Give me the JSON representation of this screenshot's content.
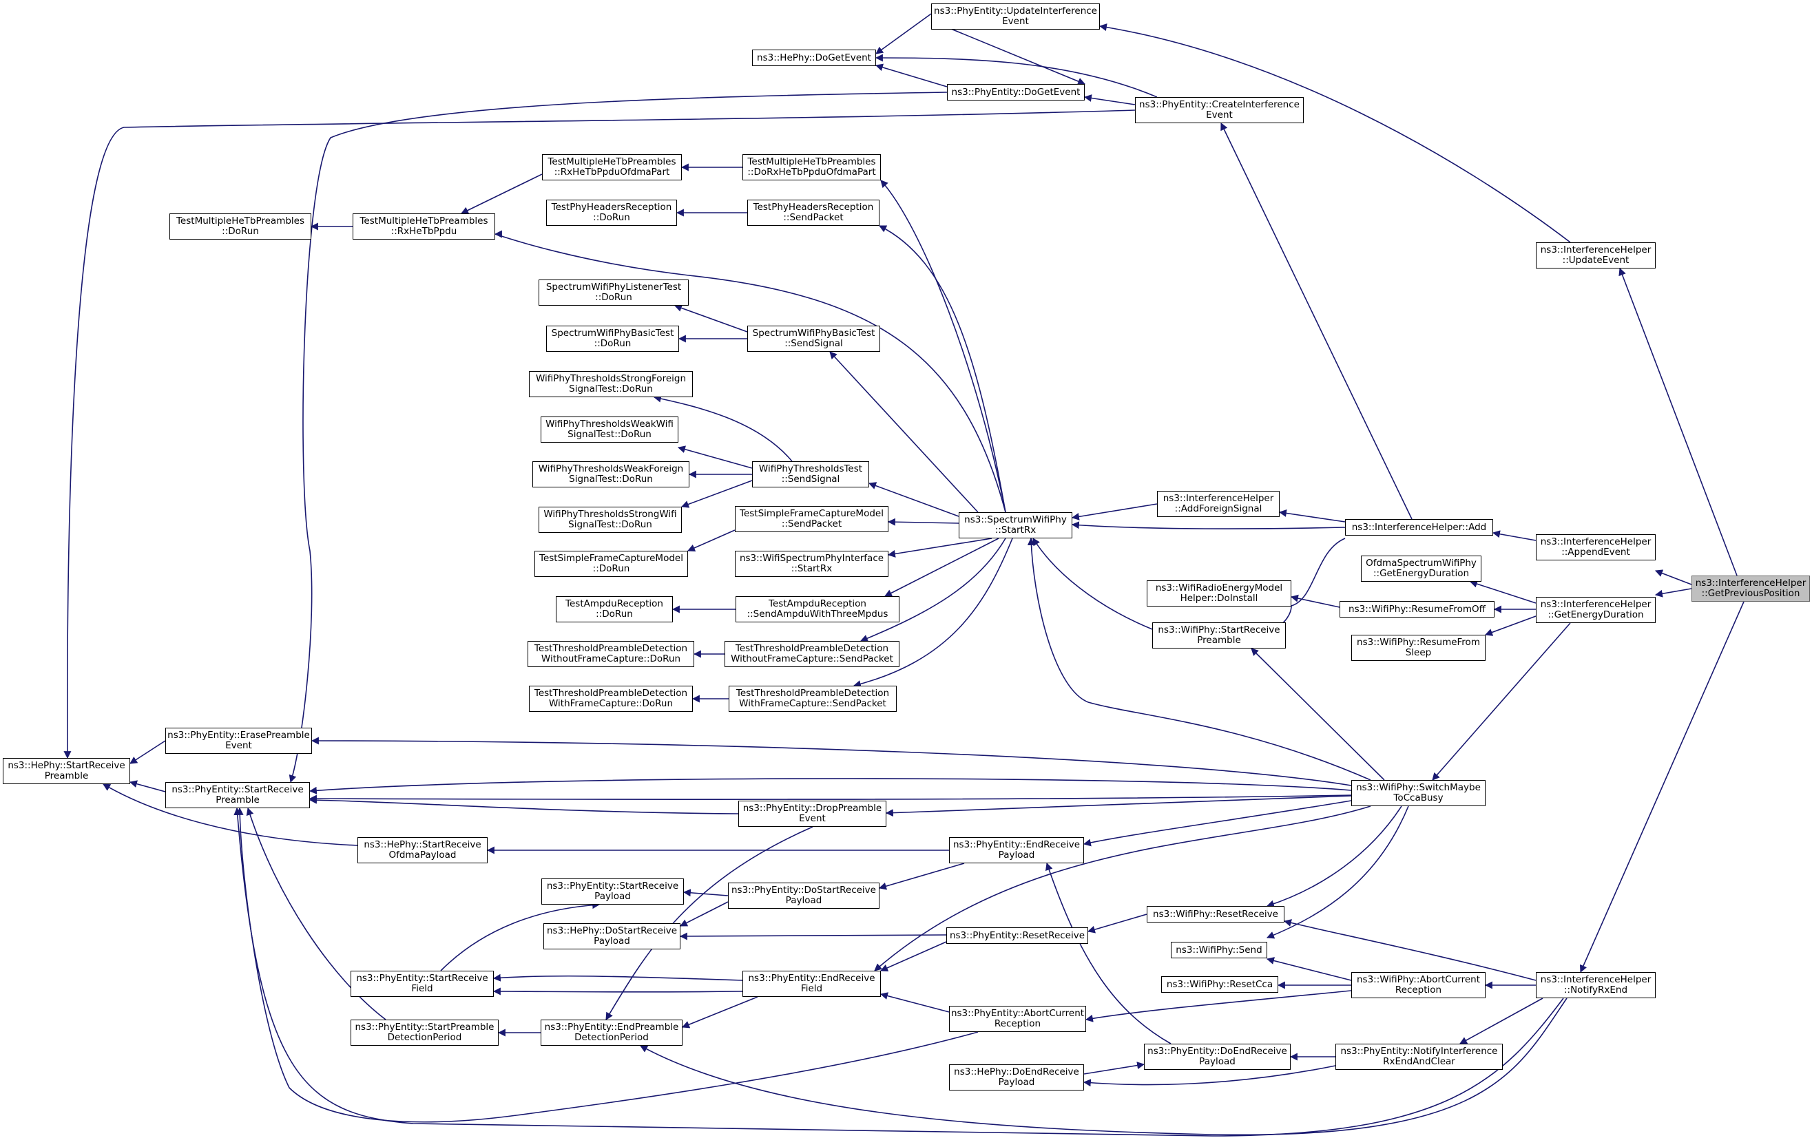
{
  "diagram": {
    "colors": {
      "edge": "#191970",
      "node_border": "#000000",
      "selected_fill": "#bfbfbf"
    },
    "nodes": [
      {
        "id": "target",
        "lines": [
          "ns3::InterferenceHelper",
          "::GetPreviousPosition"
        ],
        "selected": true
      },
      {
        "id": "updateEvent",
        "lines": [
          "ns3::InterferenceHelper",
          "::UpdateEvent"
        ]
      },
      {
        "id": "appendEvent",
        "lines": [
          "ns3::InterferenceHelper",
          "::AppendEvent"
        ]
      },
      {
        "id": "getEnergyDuration",
        "lines": [
          "ns3::InterferenceHelper",
          "::GetEnergyDuration"
        ]
      },
      {
        "id": "notifyRxEnd",
        "lines": [
          "ns3::InterferenceHelper",
          "::NotifyRxEnd"
        ]
      },
      {
        "id": "updateInterference",
        "lines": [
          "ns3::PhyEntity::UpdateInterference",
          "Event"
        ]
      },
      {
        "id": "interfAdd",
        "lines": [
          "ns3::InterferenceHelper::Add"
        ]
      },
      {
        "id": "ofdmaGetEnergy",
        "lines": [
          "OfdmaSpectrumWifiPhy",
          "::GetEnergyDuration"
        ]
      },
      {
        "id": "resumeFromOff",
        "lines": [
          "ns3::WifiPhy::ResumeFromOff"
        ]
      },
      {
        "id": "resumeFromSleep",
        "lines": [
          "ns3::WifiPhy::ResumeFrom",
          "Sleep"
        ]
      },
      {
        "id": "switchMaybe",
        "lines": [
          "ns3::WifiPhy::SwitchMaybe",
          "ToCcaBusy"
        ]
      },
      {
        "id": "abortCurrentWifi",
        "lines": [
          "ns3::WifiPhy::AbortCurrent",
          "Reception"
        ]
      },
      {
        "id": "notifyInterf",
        "lines": [
          "ns3::PhyEntity::NotifyInterference",
          "RxEndAndClear"
        ]
      },
      {
        "id": "hePhyDoGetEvent",
        "lines": [
          "ns3::HePhy::DoGetEvent"
        ]
      },
      {
        "id": "phyDoGetEvent",
        "lines": [
          "ns3::PhyEntity::DoGetEvent"
        ]
      },
      {
        "id": "createInterf",
        "lines": [
          "ns3::PhyEntity::CreateInterference",
          "Event"
        ]
      },
      {
        "id": "addForeign",
        "lines": [
          "ns3::InterferenceHelper",
          "::AddForeignSignal"
        ]
      },
      {
        "id": "spectrumStartRx",
        "lines": [
          "ns3::SpectrumWifiPhy",
          "::StartRx"
        ]
      },
      {
        "id": "wifiStartReceivePreamble",
        "lines": [
          "ns3::WifiPhy::StartReceive",
          "Preamble"
        ]
      },
      {
        "id": "wifiRadioEnergy",
        "lines": [
          "ns3::WifiRadioEnergyModel",
          "Helper::DoInstall"
        ]
      },
      {
        "id": "wifiResetReceive",
        "lines": [
          "ns3::WifiPhy::ResetReceive"
        ]
      },
      {
        "id": "wifiSend",
        "lines": [
          "ns3::WifiPhy::Send"
        ]
      },
      {
        "id": "wifiResetCca",
        "lines": [
          "ns3::WifiPhy::ResetCca"
        ]
      },
      {
        "id": "phyDoEndReceivePayload",
        "lines": [
          "ns3::PhyEntity::DoEndReceive",
          "Payload"
        ]
      },
      {
        "id": "heDoEndReceivePayload",
        "lines": [
          "ns3::HePhy::DoEndReceive",
          "Payload"
        ]
      },
      {
        "id": "tmDoRxHe",
        "lines": [
          "TestMultipleHeTbPreambles",
          "::DoRxHeTbPpduOfdmaPart"
        ]
      },
      {
        "id": "tphSendPacket",
        "lines": [
          "TestPhyHeadersReception",
          "::SendPacket"
        ]
      },
      {
        "id": "swBasicSendSignal",
        "lines": [
          "SpectrumWifiPhyBasicTest",
          "::SendSignal"
        ]
      },
      {
        "id": "wtSendSignal",
        "lines": [
          "WifiPhyThresholdsTest",
          "::SendSignal"
        ]
      },
      {
        "id": "tsfcSendPacket",
        "lines": [
          "TestSimpleFrameCaptureModel",
          "::SendPacket"
        ]
      },
      {
        "id": "wspiStartRx",
        "lines": [
          "ns3::WifiSpectrumPhyInterface",
          "::StartRx"
        ]
      },
      {
        "id": "taSendAmpdu",
        "lines": [
          "TestAmpduReception",
          "::SendAmpduWithThreeMpdus"
        ]
      },
      {
        "id": "ttpdWithoutSend",
        "lines": [
          "TestThresholdPreambleDetection",
          "WithoutFrameCapture::SendPacket"
        ]
      },
      {
        "id": "ttpdWithSend",
        "lines": [
          "TestThresholdPreambleDetection",
          "WithFrameCapture::SendPacket"
        ]
      },
      {
        "id": "dropPreamble",
        "lines": [
          "ns3::PhyEntity::DropPreamble",
          "Event"
        ]
      },
      {
        "id": "phyEndReceivePayload",
        "lines": [
          "ns3::PhyEntity::EndReceive",
          "Payload"
        ]
      },
      {
        "id": "phyDoStartReceivePayload",
        "lines": [
          "ns3::PhyEntity::DoStartReceive",
          "Payload"
        ]
      },
      {
        "id": "phyResetReceive",
        "lines": [
          "ns3::PhyEntity::ResetReceive"
        ]
      },
      {
        "id": "phyEndReceiveField",
        "lines": [
          "ns3::PhyEntity::EndReceive",
          "Field"
        ]
      },
      {
        "id": "phyAbortCurrent",
        "lines": [
          "ns3::PhyEntity::AbortCurrent",
          "Reception"
        ]
      },
      {
        "id": "tmRxHePart",
        "lines": [
          "TestMultipleHeTbPreambles",
          "::RxHeTbPpduOfdmaPart"
        ]
      },
      {
        "id": "tphDoRun",
        "lines": [
          "TestPhyHeadersReception",
          "::DoRun"
        ]
      },
      {
        "id": "tmRxHe",
        "lines": [
          "TestMultipleHeTbPreambles",
          "::RxHeTbPpdu"
        ]
      },
      {
        "id": "swListenerDoRun",
        "lines": [
          "SpectrumWifiPhyListenerTest",
          "::DoRun"
        ]
      },
      {
        "id": "swBasicDoRun",
        "lines": [
          "SpectrumWifiPhyBasicTest",
          "::DoRun"
        ]
      },
      {
        "id": "wtStrongForeign",
        "lines": [
          "WifiPhyThresholdsStrongForeign",
          "SignalTest::DoRun"
        ]
      },
      {
        "id": "wtWeakWifi",
        "lines": [
          "WifiPhyThresholdsWeakWifi",
          "SignalTest::DoRun"
        ]
      },
      {
        "id": "wtWeakForeign",
        "lines": [
          "WifiPhyThresholdsWeakForeign",
          "SignalTest::DoRun"
        ]
      },
      {
        "id": "wtStrongWifi",
        "lines": [
          "WifiPhyThresholdsStrongWifi",
          "SignalTest::DoRun"
        ]
      },
      {
        "id": "tsfcDoRun",
        "lines": [
          "TestSimpleFrameCaptureModel",
          "::DoRun"
        ]
      },
      {
        "id": "taDoRun",
        "lines": [
          "TestAmpduReception",
          "::DoRun"
        ]
      },
      {
        "id": "ttpdWithoutDoRun",
        "lines": [
          "TestThresholdPreambleDetection",
          "WithoutFrameCapture::DoRun"
        ]
      },
      {
        "id": "ttpdWithDoRun",
        "lines": [
          "TestThresholdPreambleDetection",
          "WithFrameCapture::DoRun"
        ]
      },
      {
        "id": "heStartReceiveOfdma",
        "lines": [
          "ns3::HePhy::StartReceive",
          "OfdmaPayload"
        ]
      },
      {
        "id": "phyStartReceivePayload",
        "lines": [
          "ns3::PhyEntity::StartReceive",
          "Payload"
        ]
      },
      {
        "id": "heDoStartReceivePayload",
        "lines": [
          "ns3::HePhy::DoStartReceive",
          "Payload"
        ]
      },
      {
        "id": "phyStartReceiveField",
        "lines": [
          "ns3::PhyEntity::StartReceive",
          "Field"
        ]
      },
      {
        "id": "phyStartPreambleDetection",
        "lines": [
          "ns3::PhyEntity::StartPreamble",
          "DetectionPeriod"
        ]
      },
      {
        "id": "phyEndPreambleDetection",
        "lines": [
          "ns3::PhyEntity::EndPreamble",
          "DetectionPeriod"
        ]
      },
      {
        "id": "tmDoRun",
        "lines": [
          "TestMultipleHeTbPreambles",
          "::DoRun"
        ]
      },
      {
        "id": "phyErasePreamble",
        "lines": [
          "ns3::PhyEntity::ErasePreamble",
          "Event"
        ]
      },
      {
        "id": "phyStartReceivePreamble",
        "lines": [
          "ns3::PhyEntity::StartReceive",
          "Preamble"
        ]
      },
      {
        "id": "heStartReceivePreamble",
        "lines": [
          "ns3::HePhy::StartReceive",
          "Preamble"
        ]
      }
    ]
  }
}
